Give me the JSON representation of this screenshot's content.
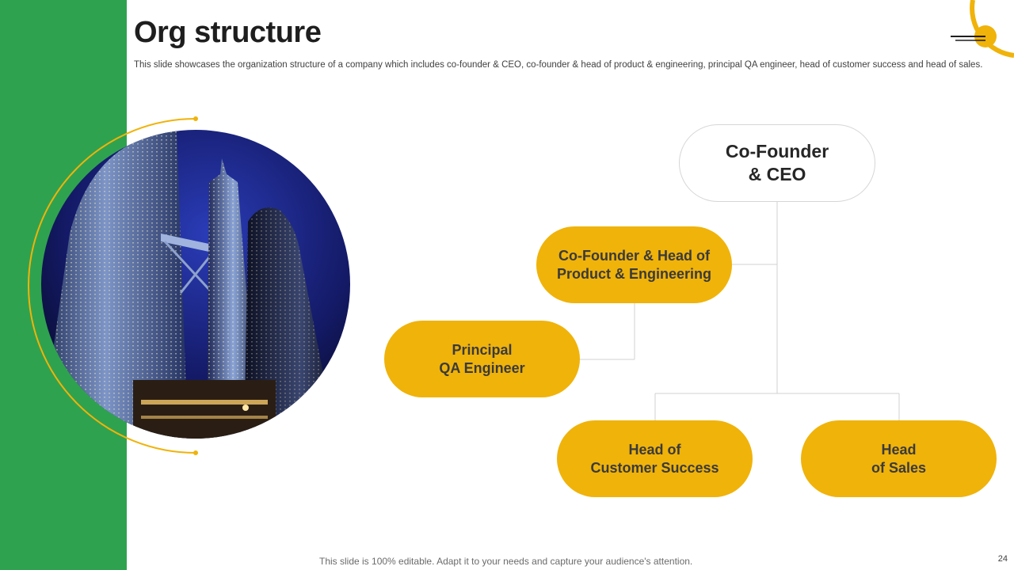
{
  "slide": {
    "title": "Org structure",
    "subtitle": "This slide showcases the organization structure of a company which includes co-founder & CEO,  co-founder & head of product &  engineering, principal QA engineer, head of customer success and head of sales.",
    "footer": "This slide is 100% editable. Adapt it to your needs and capture your audience's attention.",
    "page_number": "24"
  },
  "org": {
    "ceo": "Co-Founder\n& CEO",
    "cto": "Co-Founder & Head of\nProduct & Engineering",
    "qa": "Principal\nQA Engineer",
    "customer_success": "Head of\nCustomer Success",
    "sales": "Head\nof Sales"
  },
  "colors": {
    "sidebar_green": "#2fa24f",
    "accent_gold": "#f0b30a",
    "connector_gray": "#d0d0d0"
  },
  "image": {
    "subject": "night photo of twin skyscrapers with skybridge"
  }
}
